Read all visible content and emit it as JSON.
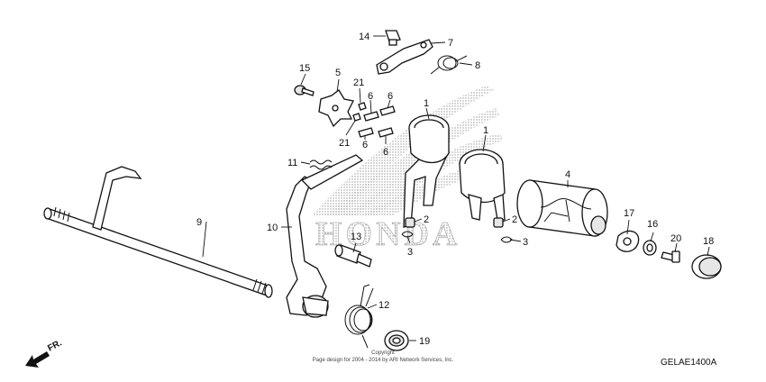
{
  "labels": [
    {
      "id": "l1a",
      "text": "1"
    },
    {
      "id": "l1b",
      "text": "1"
    },
    {
      "id": "l2a",
      "text": "2"
    },
    {
      "id": "l2b",
      "text": "2"
    },
    {
      "id": "l3a",
      "text": "3"
    },
    {
      "id": "l3b",
      "text": "3"
    },
    {
      "id": "l4",
      "text": "4"
    },
    {
      "id": "l5",
      "text": "5"
    },
    {
      "id": "l6a",
      "text": "6"
    },
    {
      "id": "l6b",
      "text": "6"
    },
    {
      "id": "l6c",
      "text": "6"
    },
    {
      "id": "l6d",
      "text": "6"
    },
    {
      "id": "l7",
      "text": "7"
    },
    {
      "id": "l8",
      "text": "8"
    },
    {
      "id": "l9",
      "text": "9"
    },
    {
      "id": "l10",
      "text": "10"
    },
    {
      "id": "l11",
      "text": "11"
    },
    {
      "id": "l12",
      "text": "12"
    },
    {
      "id": "l13",
      "text": "13"
    },
    {
      "id": "l14",
      "text": "14"
    },
    {
      "id": "l15",
      "text": "15"
    },
    {
      "id": "l16",
      "text": "16"
    },
    {
      "id": "l17",
      "text": "17"
    },
    {
      "id": "l18",
      "text": "18"
    },
    {
      "id": "l19",
      "text": "19"
    },
    {
      "id": "l20",
      "text": "20"
    },
    {
      "id": "l21a",
      "text": "21"
    },
    {
      "id": "l21b",
      "text": "21"
    }
  ],
  "copyright_line1": "Copyright",
  "copyright_line2": "Page design for 2004 - 2014 by ARI Network Services, Inc.",
  "diagram_code": "GELAE1400A",
  "direction_label": "FR.",
  "watermark_text": "HONDA"
}
